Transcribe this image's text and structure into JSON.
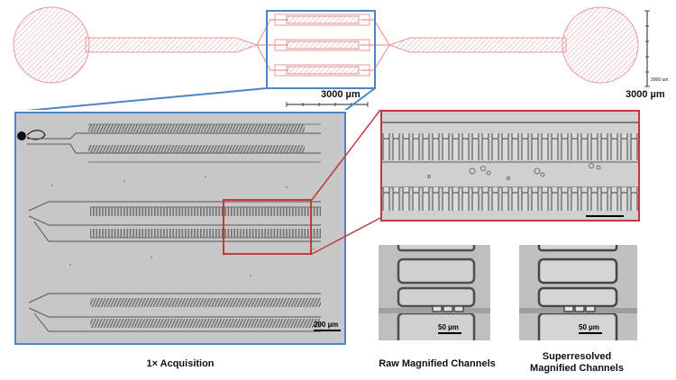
{
  "device_overview": {
    "scale_main": "3000 µm",
    "scale_side": "3000 µm",
    "scale_vertical": "3000 um"
  },
  "panels": {
    "acquisition": {
      "caption": "1× Acquisition",
      "scale_label": "200 µm"
    },
    "raw": {
      "caption": "Raw Magnified Channels",
      "scale_label": "50 µm"
    },
    "superresolved": {
      "caption_line1": "Superresolved",
      "caption_line2": "Magnified Channels",
      "scale_label": "50 µm"
    }
  },
  "colors": {
    "blue_frame": "#4a86c5",
    "red_frame": "#c0393f",
    "pink_pattern": "#e6989b"
  }
}
